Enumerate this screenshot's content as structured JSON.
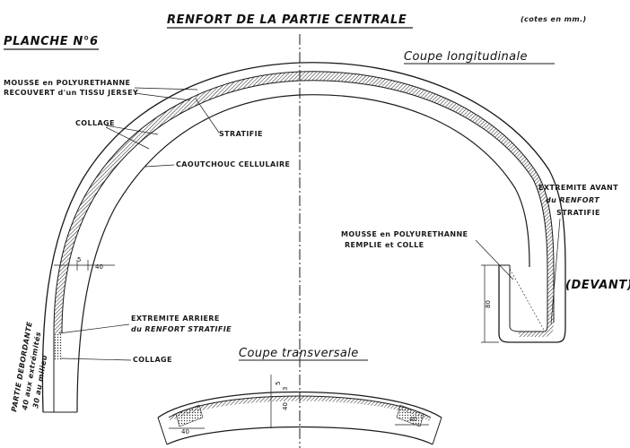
{
  "header": {
    "title": "RENFORT DE LA PARTIE CENTRALE",
    "plate": "PLANCHE N°6",
    "units": "(cotes en mm.)"
  },
  "views": {
    "longitudinal": "Coupe longitudinale",
    "transverse": "Coupe transversale"
  },
  "labels": {
    "foam_line1": "MOUSSE en POLYURETHANNE",
    "foam_line2": "RECOUVERT d'un TISSU JERSEY",
    "collage_top": "COLLAGE",
    "stratifie": "STRATIFIE",
    "caoutchouc": "CAOUTCHOUC CELLULAIRE",
    "front_end_line1": "EXTREMITE AVANT",
    "front_end_line2": "du RENFORT",
    "front_end_line3": "STRATIFIE",
    "foam_filled_line1": "MOUSSE en POLYURETHANNE",
    "foam_filled_line2": "REMPLIE et COLLE",
    "devant": "(DEVANT)",
    "rear_end_line1": "EXTREMITE ARRIERE",
    "rear_end_line2": "du RENFORT STRATIFIE",
    "collage_bottom": "COLLAGE",
    "overhang_line1": "PARTIE DEBORDANTE",
    "overhang_line2": "40 aux extrémités",
    "overhang_line3": "30 au milieu"
  },
  "dimensions": {
    "long_5": "5",
    "long_40": "40",
    "front_80": "80",
    "trans_5": "5",
    "trans_3": "3",
    "trans_40_center": "40",
    "trans_40_left": "40",
    "trans_40_right": "40"
  }
}
